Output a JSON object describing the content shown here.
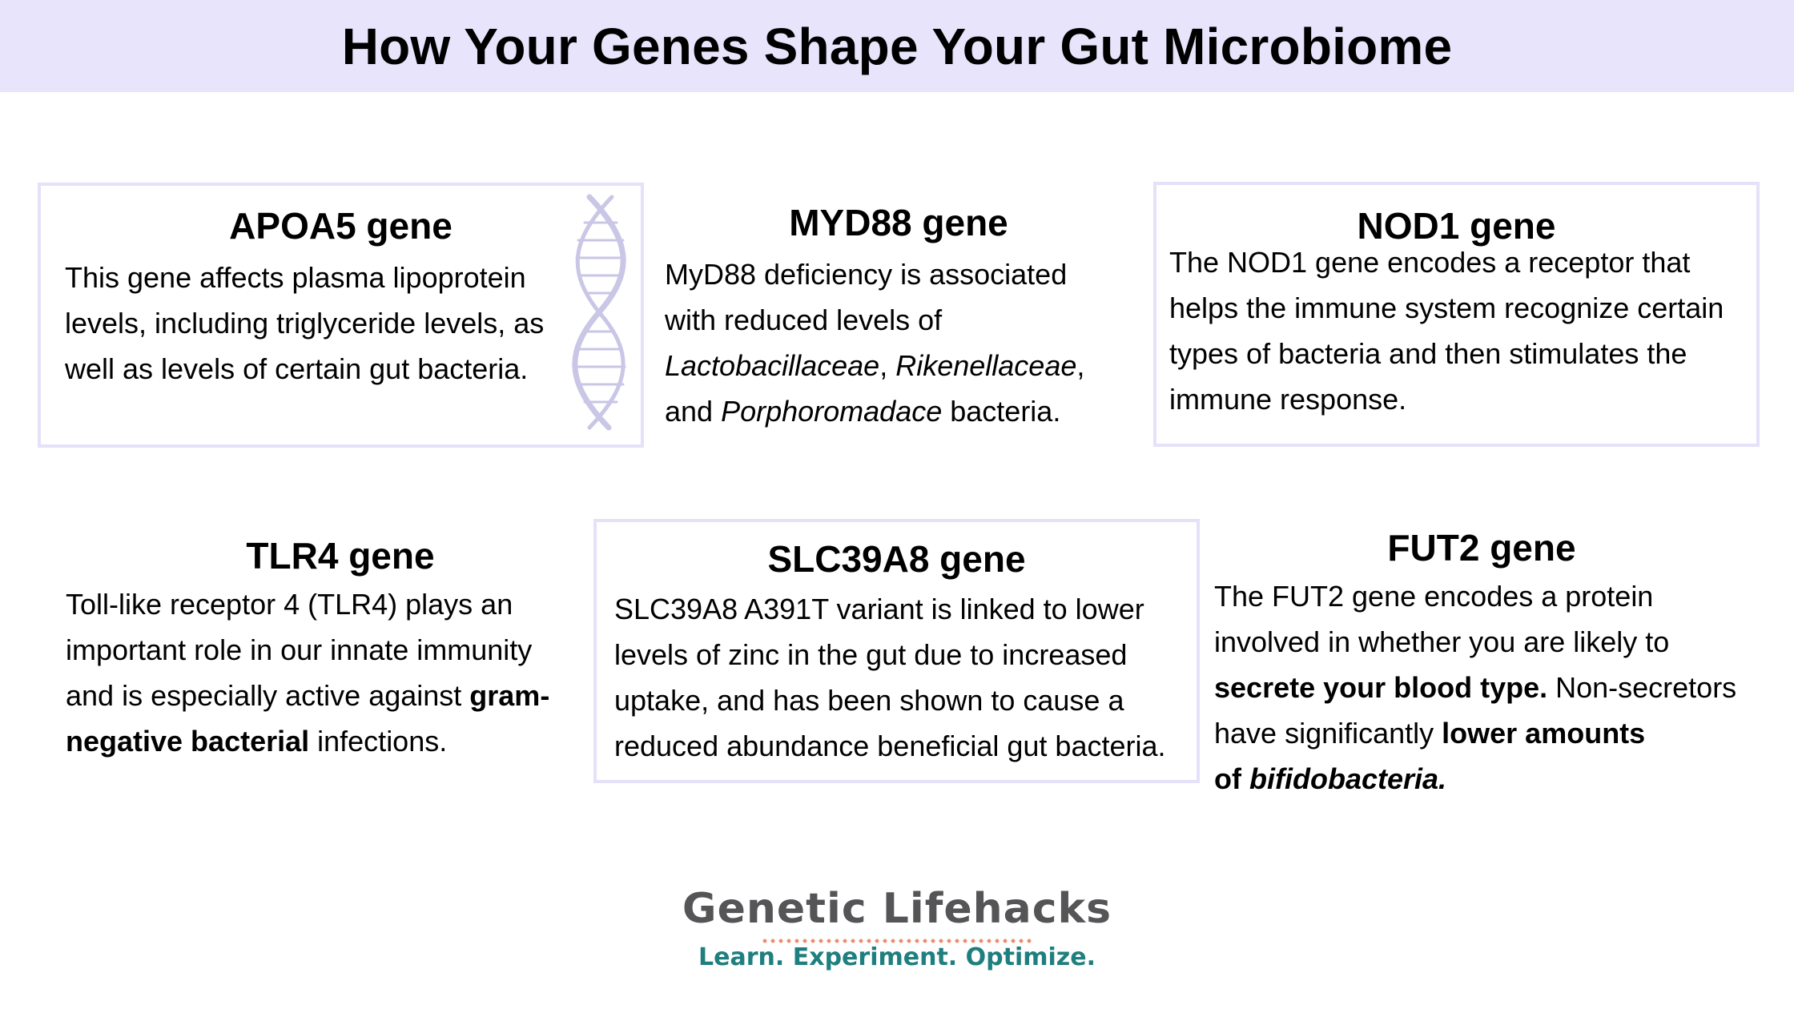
{
  "title": "How Your Genes Shape Your Gut Microbiome",
  "cards": {
    "apoa5": {
      "heading": "APOA5 gene",
      "l1": "This gene affects plasma lipoprotein",
      "l2": "levels, including triglyceride levels, as",
      "l3": "well as levels of certain gut bacteria."
    },
    "myd88": {
      "heading": "MYD88 gene",
      "l1": "MyD88 deficiency is associated",
      "l2": "with reduced levels of",
      "t_lacto": "Lactobacillaceae",
      "t_comma1": ", ",
      "t_riken": "Rikenellaceae",
      "t_comma2": ",",
      "t_and": "and ",
      "t_porph": "Porphoromadace",
      "t_bact": " bacteria."
    },
    "nod1": {
      "heading": "NOD1 gene",
      "l1": "The NOD1 gene encodes a receptor that",
      "l2": "helps the immune system recognize certain",
      "l3": "types of bacteria and then stimulates the",
      "l4": "immune response."
    },
    "tlr4": {
      "heading": "TLR4 gene",
      "l1": "Toll-like receptor 4 (TLR4) plays an",
      "l2": "important role in our innate immunity",
      "l3a": "and is especially active against ",
      "l3b": "gram-",
      "l4a": "negative bacterial",
      "l4b": " infections."
    },
    "slc39a8": {
      "heading": "SLC39A8 gene",
      "l1": "SLC39A8 A391T variant is linked to lower",
      "l2": "levels of zinc in the gut due to increased",
      "l3": "uptake, and has been shown to cause a",
      "l4": "reduced abundance beneficial gut bacteria."
    },
    "fut2": {
      "heading": "FUT2 gene",
      "l1": "The FUT2 gene encodes a protein",
      "l2": "involved in whether you are likely to",
      "l3a": "secrete your blood type.",
      "l3b": " Non-secretors",
      "l4a": "have significantly ",
      "l4b": "lower amounts",
      "l5a": "of ",
      "l5b": "bifidobacteria."
    }
  },
  "logo": {
    "brand": "Genetic Lifehacks",
    "tagline": "Learn. Experiment. Optimize."
  },
  "colors": {
    "header_bg": "#e7e4fb",
    "card_border": "#e4e1f9",
    "dna": "#c9c6e6",
    "logo_text": "#555558",
    "logo_dots": "#f08a6a",
    "tagline": "#1f7f7f"
  },
  "icons": {
    "dna": "dna-helix-icon"
  }
}
